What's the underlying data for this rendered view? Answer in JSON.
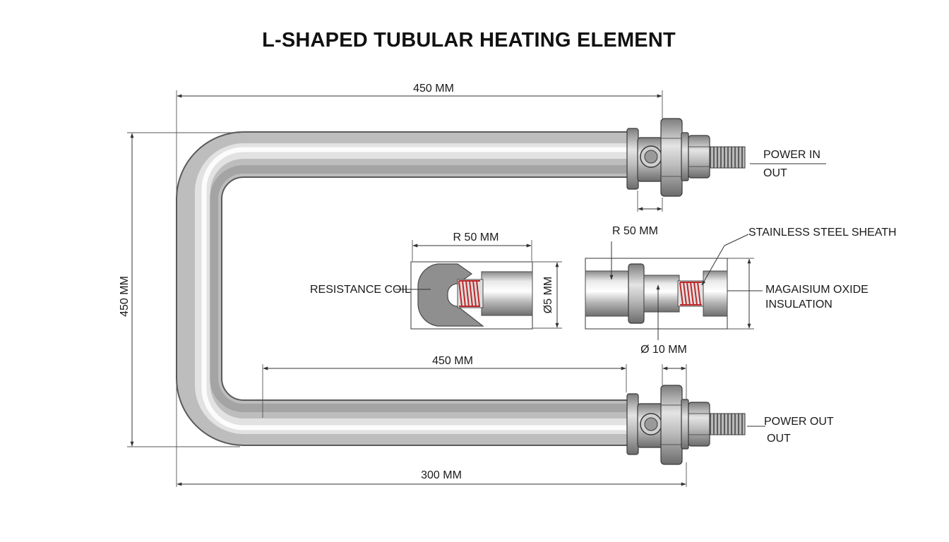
{
  "title": "L-SHAPED TUBULAR HEATING ELEMENT",
  "dimensions": {
    "top_length": "450 MM",
    "vertical_height": "450 MM",
    "bottom_inner_length": "450 MM",
    "overall_length": "300 MM",
    "bend_radius_left": "R 50 MM",
    "bend_radius_right": "R 50 MM",
    "sheath_diameter": "Ø5 MM",
    "terminal_diameter": "Ø 10 MM"
  },
  "labels": {
    "power_in": "POWER IN",
    "power_in_out": "OUT",
    "power_out": "POWER OUT",
    "power_out_out": "OUT",
    "resistance_coil": "RESISTANCE COIL",
    "sheath": "STAINLESS STEEL SHEATH",
    "insulation_line1": "MAGAISIUM OXIDE",
    "insulation_line2": "INSULATION"
  },
  "colors": {
    "tube_steel": "#c9c9c9",
    "coil": "#c0282b",
    "line": "#333333"
  }
}
